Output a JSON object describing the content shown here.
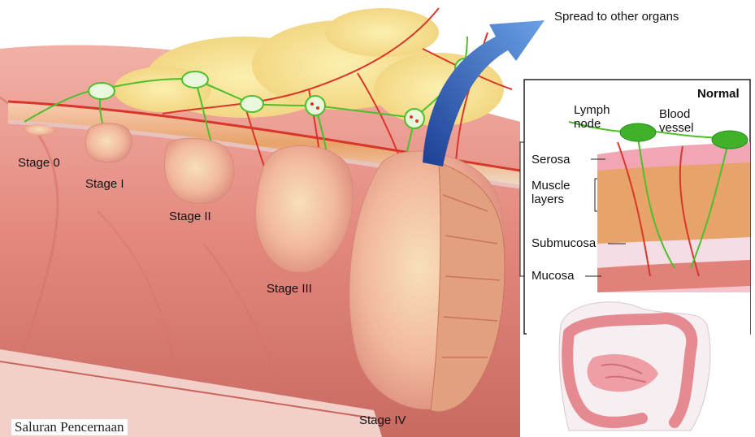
{
  "labels": {
    "spread": "Spread to other organs",
    "stage0": "Stage 0",
    "stage1": "Stage I",
    "stage2": "Stage II",
    "stage3": "Stage III",
    "stage4": "Stage IV"
  },
  "inset": {
    "title": "Normal",
    "lymph": "Lymph\nnode",
    "blood": "Blood\nvessel",
    "serosa": "Serosa",
    "muscle": "Muscle\nlayers",
    "submucosa": "Submucosa",
    "mucosa": "Mucosa"
  },
  "caption": "Saluran Pencernaan",
  "colors": {
    "tissue": "#e8958c",
    "tissue_dark": "#c9655e",
    "fat": "#f4d98a",
    "tumor": "#f3c3a3",
    "lymph_green": "#4cbf2a",
    "vessel_red": "#d9362a",
    "arrow_blue": "#2b5bb8"
  }
}
